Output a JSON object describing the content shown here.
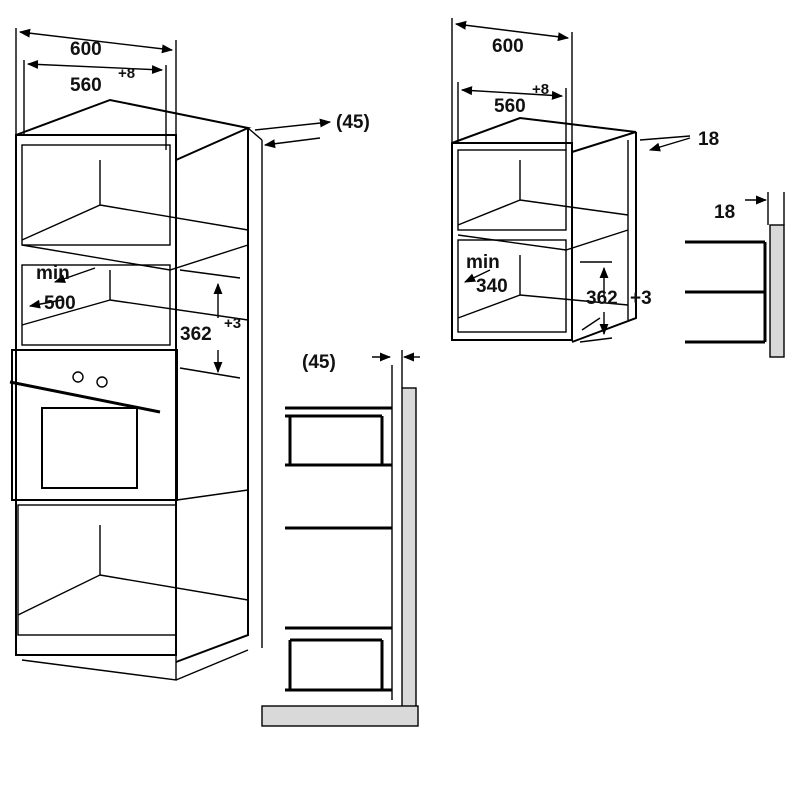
{
  "colors": {
    "line": "#000000",
    "wall": "#d9d9d9",
    "background": "#ffffff"
  },
  "tall_cabinet": {
    "width_outer": "600",
    "width_inner": "560",
    "width_inner_tol": "+8",
    "rear_gap": "(45)",
    "niche_min_label": "min",
    "niche_min_value": "500",
    "niche_height": "362",
    "niche_height_tol": "+3"
  },
  "tall_side_view": {
    "gap": "(45)"
  },
  "wall_cabinet": {
    "width_outer": "600",
    "width_inner": "560",
    "width_inner_tol": "+8",
    "panel_thickness": "18",
    "niche_min_label": "min",
    "niche_min_value": "340",
    "niche_height": "362",
    "niche_height_tol": "+3"
  },
  "wall_side_view": {
    "thickness": "18"
  }
}
